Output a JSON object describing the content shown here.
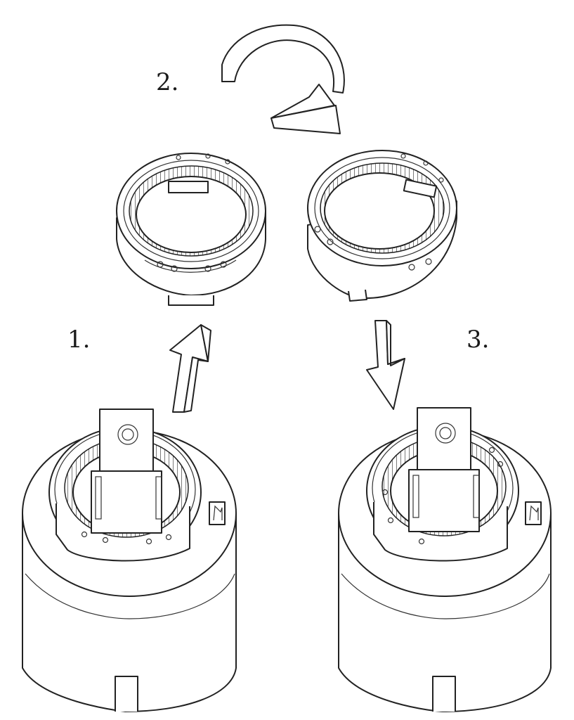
{
  "steps": [
    {
      "label": "1."
    },
    {
      "label": "2."
    },
    {
      "label": "3."
    }
  ],
  "colors": {
    "line": "#222222",
    "background": "#ffffff"
  }
}
